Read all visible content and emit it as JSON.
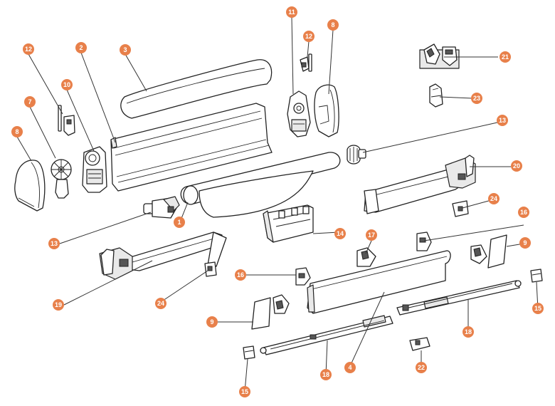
{
  "accent_color": "#E8804A",
  "callouts": [
    {
      "id": "c-11",
      "label": "11",
      "part": "bracket-11"
    },
    {
      "id": "c-12a",
      "label": "12",
      "part": "clip-12a"
    },
    {
      "id": "c-8a",
      "label": "8",
      "part": "cover-8a"
    },
    {
      "id": "c-12b",
      "label": "12",
      "part": "clip-12b"
    },
    {
      "id": "c-2",
      "label": "2",
      "part": "cassette-2"
    },
    {
      "id": "c-3",
      "label": "3",
      "part": "lid-3"
    },
    {
      "id": "c-10",
      "label": "10",
      "part": "bracket-10"
    },
    {
      "id": "c-7",
      "label": "7",
      "part": "cap-7"
    },
    {
      "id": "c-8b",
      "label": "8",
      "part": "cover-8b"
    },
    {
      "id": "c-21",
      "label": "21",
      "part": "kit-21"
    },
    {
      "id": "c-23",
      "label": "23",
      "part": "hook-23"
    },
    {
      "id": "c-13a",
      "label": "13",
      "part": "plug-13a"
    },
    {
      "id": "c-20",
      "label": "20",
      "part": "arm-20"
    },
    {
      "id": "c-24a",
      "label": "24",
      "part": "joint-24a"
    },
    {
      "id": "c-13b",
      "label": "13",
      "part": "drive-13b"
    },
    {
      "id": "c-1",
      "label": "1",
      "part": "fabric-1"
    },
    {
      "id": "c-14",
      "label": "14",
      "part": "mount-14"
    },
    {
      "id": "c-16a",
      "label": "16",
      "part": "endcap-16a"
    },
    {
      "id": "c-17",
      "label": "17",
      "part": "clip-17"
    },
    {
      "id": "c-9a",
      "label": "9",
      "part": "cap-9a"
    },
    {
      "id": "c-19",
      "label": "19",
      "part": "arm-19"
    },
    {
      "id": "c-24b",
      "label": "24",
      "part": "joint-24b"
    },
    {
      "id": "c-16b",
      "label": "16",
      "part": "endcap-16b"
    },
    {
      "id": "c-15a",
      "label": "15",
      "part": "foot-15a"
    },
    {
      "id": "c-9b",
      "label": "9",
      "part": "cap-9b"
    },
    {
      "id": "c-18a",
      "label": "18",
      "part": "leg-18a"
    },
    {
      "id": "c-18b",
      "label": "18",
      "part": "leg-18b"
    },
    {
      "id": "c-4",
      "label": "4",
      "part": "bar-4"
    },
    {
      "id": "c-22",
      "label": "22",
      "part": "bracket-22"
    },
    {
      "id": "c-15b",
      "label": "15",
      "part": "foot-15b"
    }
  ]
}
